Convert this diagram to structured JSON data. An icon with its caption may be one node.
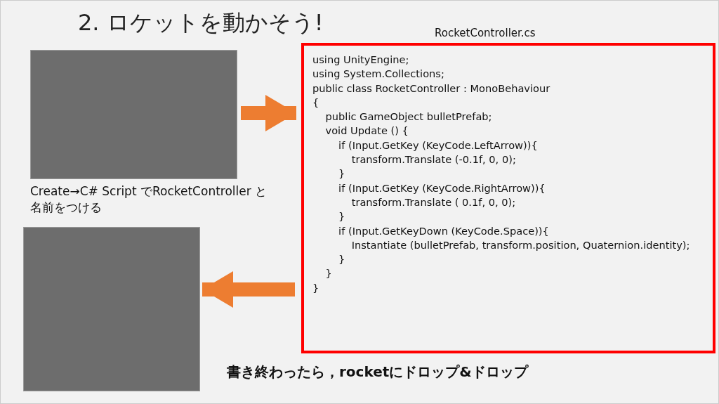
{
  "diagram": {
    "title": "2. ロケットを動かそう!",
    "nodes": [
      {
        "text": [],
        "shape": "box",
        "beside": [
          "Create→C# Script でRocketController と名前をつける"
        ]
      },
      {
        "text": [
          "RocketController.cs",
          "using UnityEngine;",
          "using System.Collections;",
          "public class RocketController : MonoBehaviour",
          "{",
          "    public GameObject bulletPrefab;",
          "    void Update () {",
          "        if (Input.GetKey (KeyCode.LeftArrow)){",
          "            transform.Translate (-0.1f, 0, 0);",
          "        }",
          "        if (Input.GetKey (KeyCode.RightArrow)){",
          "            transform.Translate ( 0.1f, 0, 0);",
          "        }",
          "        if (Input.GetKeyDown (KeyCode.Space)){",
          "            Instantiate (bulletPrefab, transform.position, Quaternion.identity);",
          "        }",
          "    }",
          "}"
        ]
      },
      {
        "text": [],
        "shape": "box"
      }
    ],
    "edges": [
      {
        "from": 0,
        "to": 1,
        "arrow": "to"
      },
      {
        "from": 1,
        "to": 2,
        "arrow": "to"
      }
    ],
    "labels": [
      "書き終わったら，rocketにドロップ&ドロップ"
    ]
  }
}
